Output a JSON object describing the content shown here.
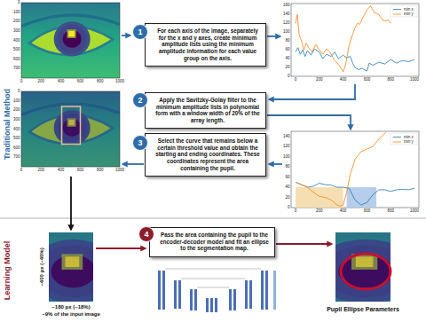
{
  "diagram": {
    "nodes": [
      {
        "text": [
          "1"
        ]
      },
      {
        "text": [
          "For each axis of the image, separately for the x and y axes, create minimum amplitude lists using the minimum amplitude information for each value group on the axis."
        ]
      },
      {
        "text": [
          "2"
        ]
      },
      {
        "text": [
          "Apply the Savitzky-Golay filter to the minimum amplitude lists in polynomial form with a window width of 20% of the array length."
        ]
      },
      {
        "text": [
          "3"
        ]
      },
      {
        "text": [
          "Select the curve that remains below a certain threshold value and obtain the starting and ending coordinates. These coordinates represent the area containing the pupil."
        ]
      },
      {
        "text": [
          "4"
        ]
      },
      {
        "text": [
          "Pass the area containing the pupil to the encoder-decoder model and fit an ellipse to the segmentation map."
        ]
      }
    ],
    "labels": [
      "Traditional Method",
      "0",
      "100",
      "200",
      "300",
      "400",
      "500",
      "600",
      "700",
      "0",
      "200",
      "400",
      "600",
      "800",
      "1000",
      "0",
      "20",
      "40",
      "60",
      "80",
      "100",
      "120",
      "140",
      "160",
      "0",
      "200",
      "400",
      "600",
      "800",
      "1000",
      "0",
      "20",
      "40",
      "60",
      "80",
      "100",
      "120",
      "140",
      "0",
      "200",
      "400",
      "600",
      "800",
      "1000",
      "0",
      "100",
      "200",
      "300",
      "400",
      "500",
      "600",
      "700",
      "0",
      "200",
      "400",
      "600",
      "800",
      "1000",
      "Learning Model",
      "~400 px (~40%)",
      "~180 px (~18%)",
      "~9% of the input image",
      "Pupil Ellipse Parameters"
    ],
    "legend": [
      {
        "text": "min x"
      },
      {
        "text": "min y"
      },
      {
        "text": "min x"
      },
      {
        "text": "min y"
      }
    ]
  }
}
